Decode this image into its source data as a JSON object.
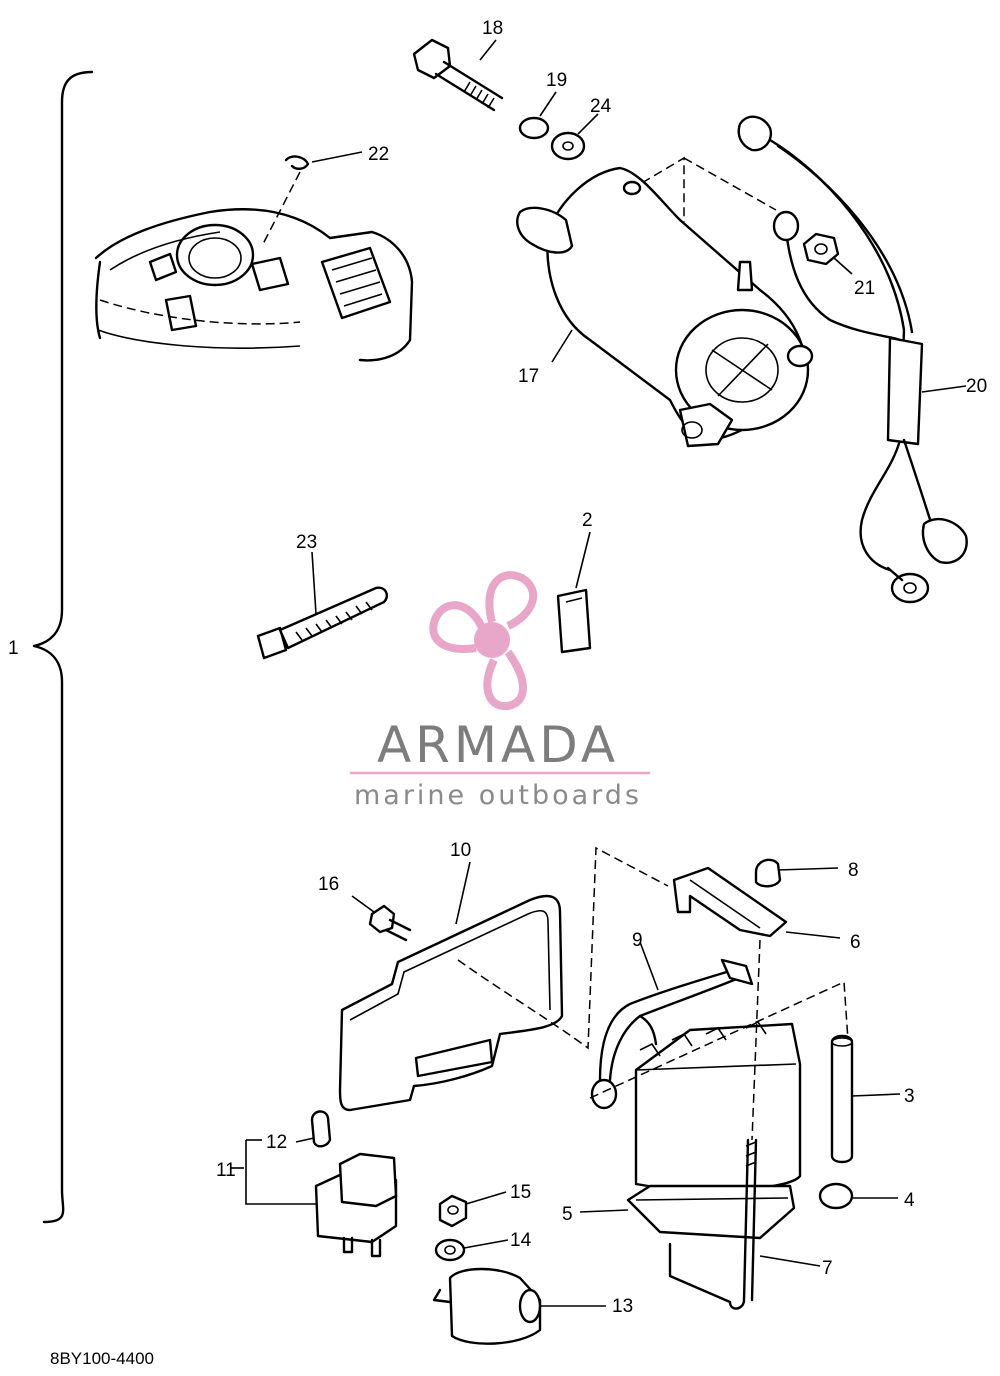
{
  "diagram_code": "8BY100-4400",
  "brand": {
    "name": "ARMADA",
    "tagline": "marine outboards",
    "logo_icon": "propeller-logo-icon",
    "logo_color": "#e8a6c8",
    "text_color": "#7d7d7d"
  },
  "callouts": [
    "1",
    "2",
    "3",
    "4",
    "5",
    "6",
    "7",
    "8",
    "9",
    "10",
    "11",
    "12",
    "13",
    "14",
    "15",
    "16",
    "17",
    "18",
    "19",
    "20",
    "21",
    "22",
    "23",
    "24"
  ],
  "line_color": "#000000"
}
